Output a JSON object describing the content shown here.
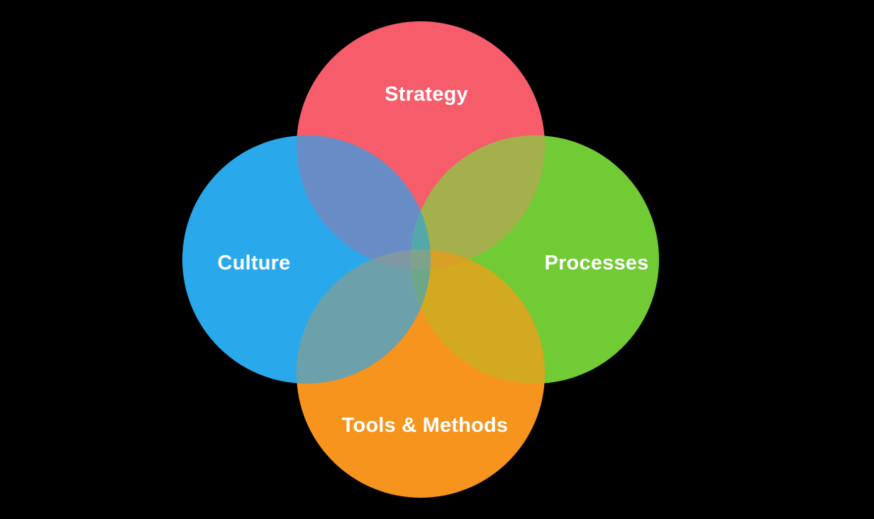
{
  "page": {
    "background": "#000000"
  },
  "diagram": {
    "type": "venn",
    "title": "",
    "sets": [
      {
        "id": "strategy",
        "label": "Strategy",
        "color": "#F75C6B"
      },
      {
        "id": "culture",
        "label": "Culture",
        "color": "#29A9EC"
      },
      {
        "id": "processes",
        "label": "Processes",
        "color": "#71CB34"
      },
      {
        "id": "tools-methods",
        "label": "Tools & Methods",
        "color": "#F6941E"
      }
    ],
    "overlaps": {
      "strategy_culture": "#688DC6",
      "strategy_processes": "#A4B04C",
      "culture_tools": "#6CA0AA",
      "processes_tools": "#D3A921",
      "strategy_culture_processes": "#55A8AA",
      "strategy_culture_tools": "#8098A2",
      "strategy_processes_tools": "#D8A026",
      "culture_processes_tools": "#6EA68C",
      "center_all": "#7DA38E"
    },
    "label_color": "#FFFFFF"
  }
}
